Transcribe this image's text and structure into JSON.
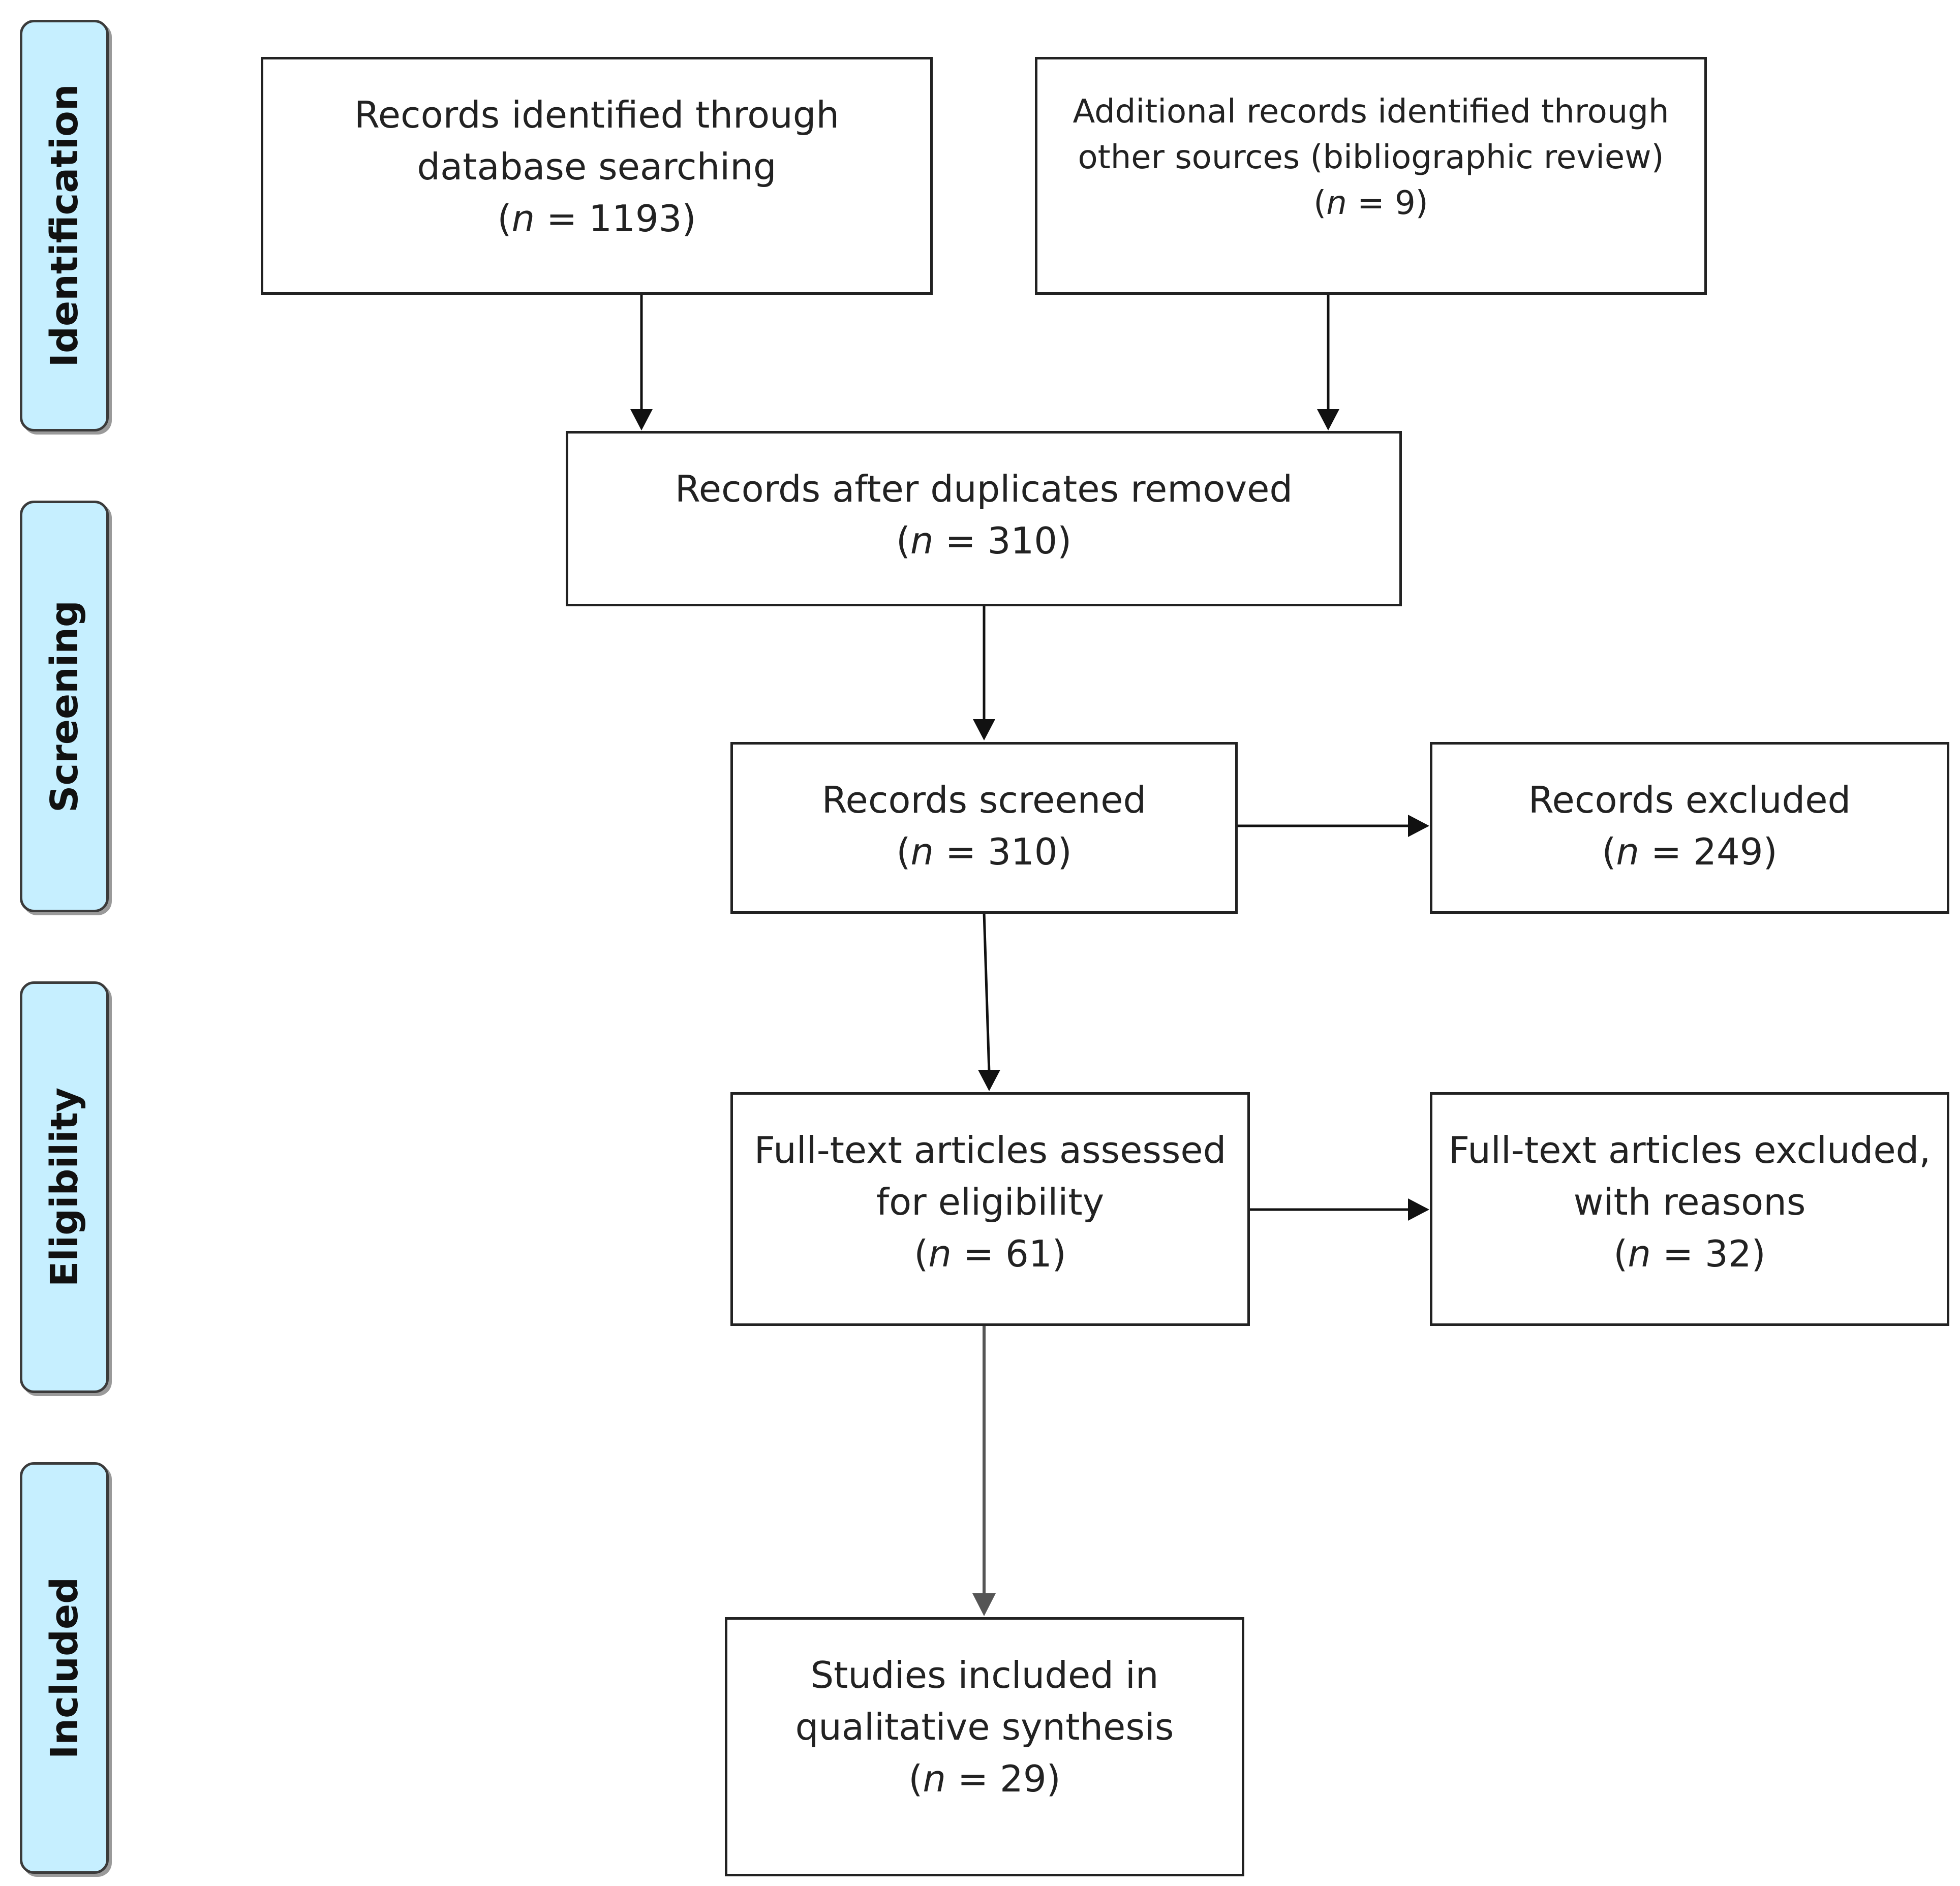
{
  "stages": {
    "identification": "Identification",
    "screening": "Screening",
    "eligibility": "Eligibility",
    "included": "Included"
  },
  "boxes": {
    "database_search": {
      "line1": "Records identified through",
      "line2": "database searching",
      "count_prefix": "(",
      "n": "n",
      "count_value": " = 1193)"
    },
    "other_sources": {
      "line1": "Additional records identified through",
      "line2": "other sources (bibliographic review)",
      "count_prefix": "(",
      "n": "n",
      "count_value": " = 9)"
    },
    "duplicates_removed": {
      "line1": "Records after duplicates removed",
      "count_prefix": "(",
      "n": "n",
      "count_value": " = 310)"
    },
    "screened": {
      "line1": "Records screened",
      "count_prefix": "(",
      "n": "n",
      "count_value": " = 310)"
    },
    "excluded": {
      "line1": "Records excluded",
      "count_prefix": "(",
      "n": "n",
      "count_value": " = 249)"
    },
    "fulltext_assessed": {
      "line1": "Full-text articles assessed",
      "line2": "for eligibility",
      "count_prefix": "(",
      "n": "n",
      "count_value": " = 61)"
    },
    "fulltext_excluded": {
      "line1": "Full-text articles excluded,",
      "line2": "with reasons",
      "count_prefix": "(",
      "n": "n",
      "count_value": " = 32)"
    },
    "included_studies": {
      "line1": "Studies included in",
      "line2": "qualitative synthesis",
      "count_prefix": "(",
      "n": "n",
      "count_value": " = 29)"
    }
  },
  "colors": {
    "stage_fill": "#c6efff",
    "stage_border": "#3b3b3b",
    "box_border": "#222222",
    "arrow": "#111111",
    "arrow_gray": "#555555"
  }
}
